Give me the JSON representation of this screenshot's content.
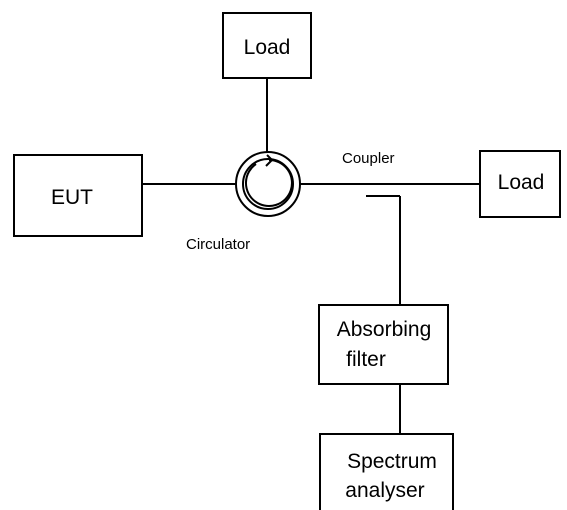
{
  "nodes": {
    "load_top": "Load",
    "load_right": "Load",
    "eut": "EUT",
    "absorbing_filter_line1": "Absorbing",
    "absorbing_filter_line2": "filter",
    "spectrum_analyser_line1": "Spectrum",
    "spectrum_analyser_line2": "analyser"
  },
  "labels": {
    "circulator": "Circulator",
    "coupler": "Coupler"
  },
  "colors": {
    "stroke": "#000000",
    "background": "#ffffff"
  }
}
